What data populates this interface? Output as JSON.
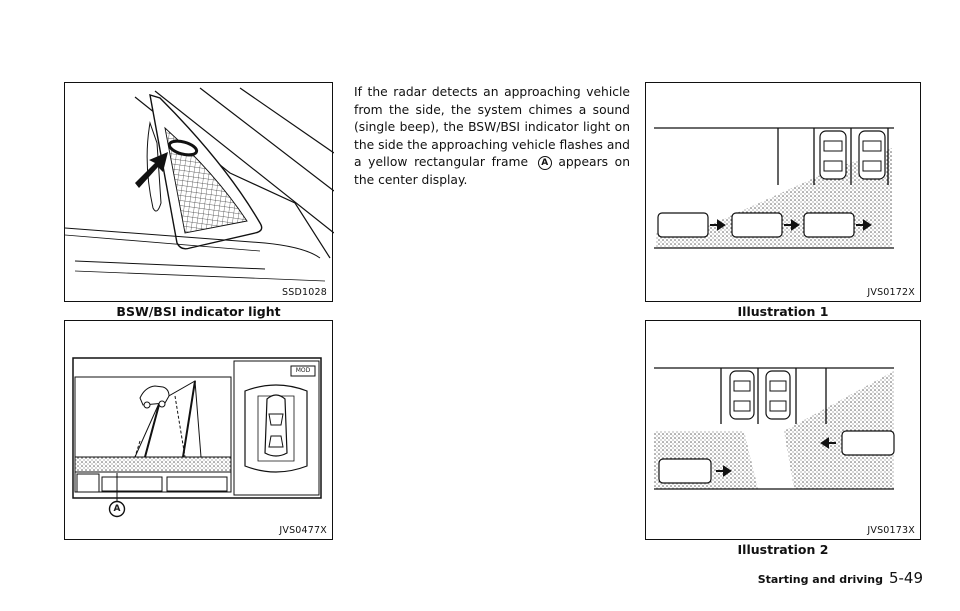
{
  "figures": {
    "fig1": {
      "code": "SSD1028",
      "caption": "BSW/BSI indicator light"
    },
    "fig2": {
      "code": "JVS0477X",
      "callout": "A",
      "mod_label": "MOD"
    },
    "fig3": {
      "code": "JVS0172X",
      "caption": "Illustration 1"
    },
    "fig4": {
      "code": "JVS0173X",
      "caption": "Illustration 2"
    }
  },
  "body": {
    "paragraph_before": "If the radar detects an approaching vehicle from the side, the system chimes a sound (single beep), the BSW/BSI indicator light on the side the approaching vehicle flashes and a yellow rectangular frame",
    "callout": "A",
    "paragraph_after": "appears on the center display."
  },
  "footer": {
    "section": "Starting and driving",
    "page": "5-49"
  }
}
